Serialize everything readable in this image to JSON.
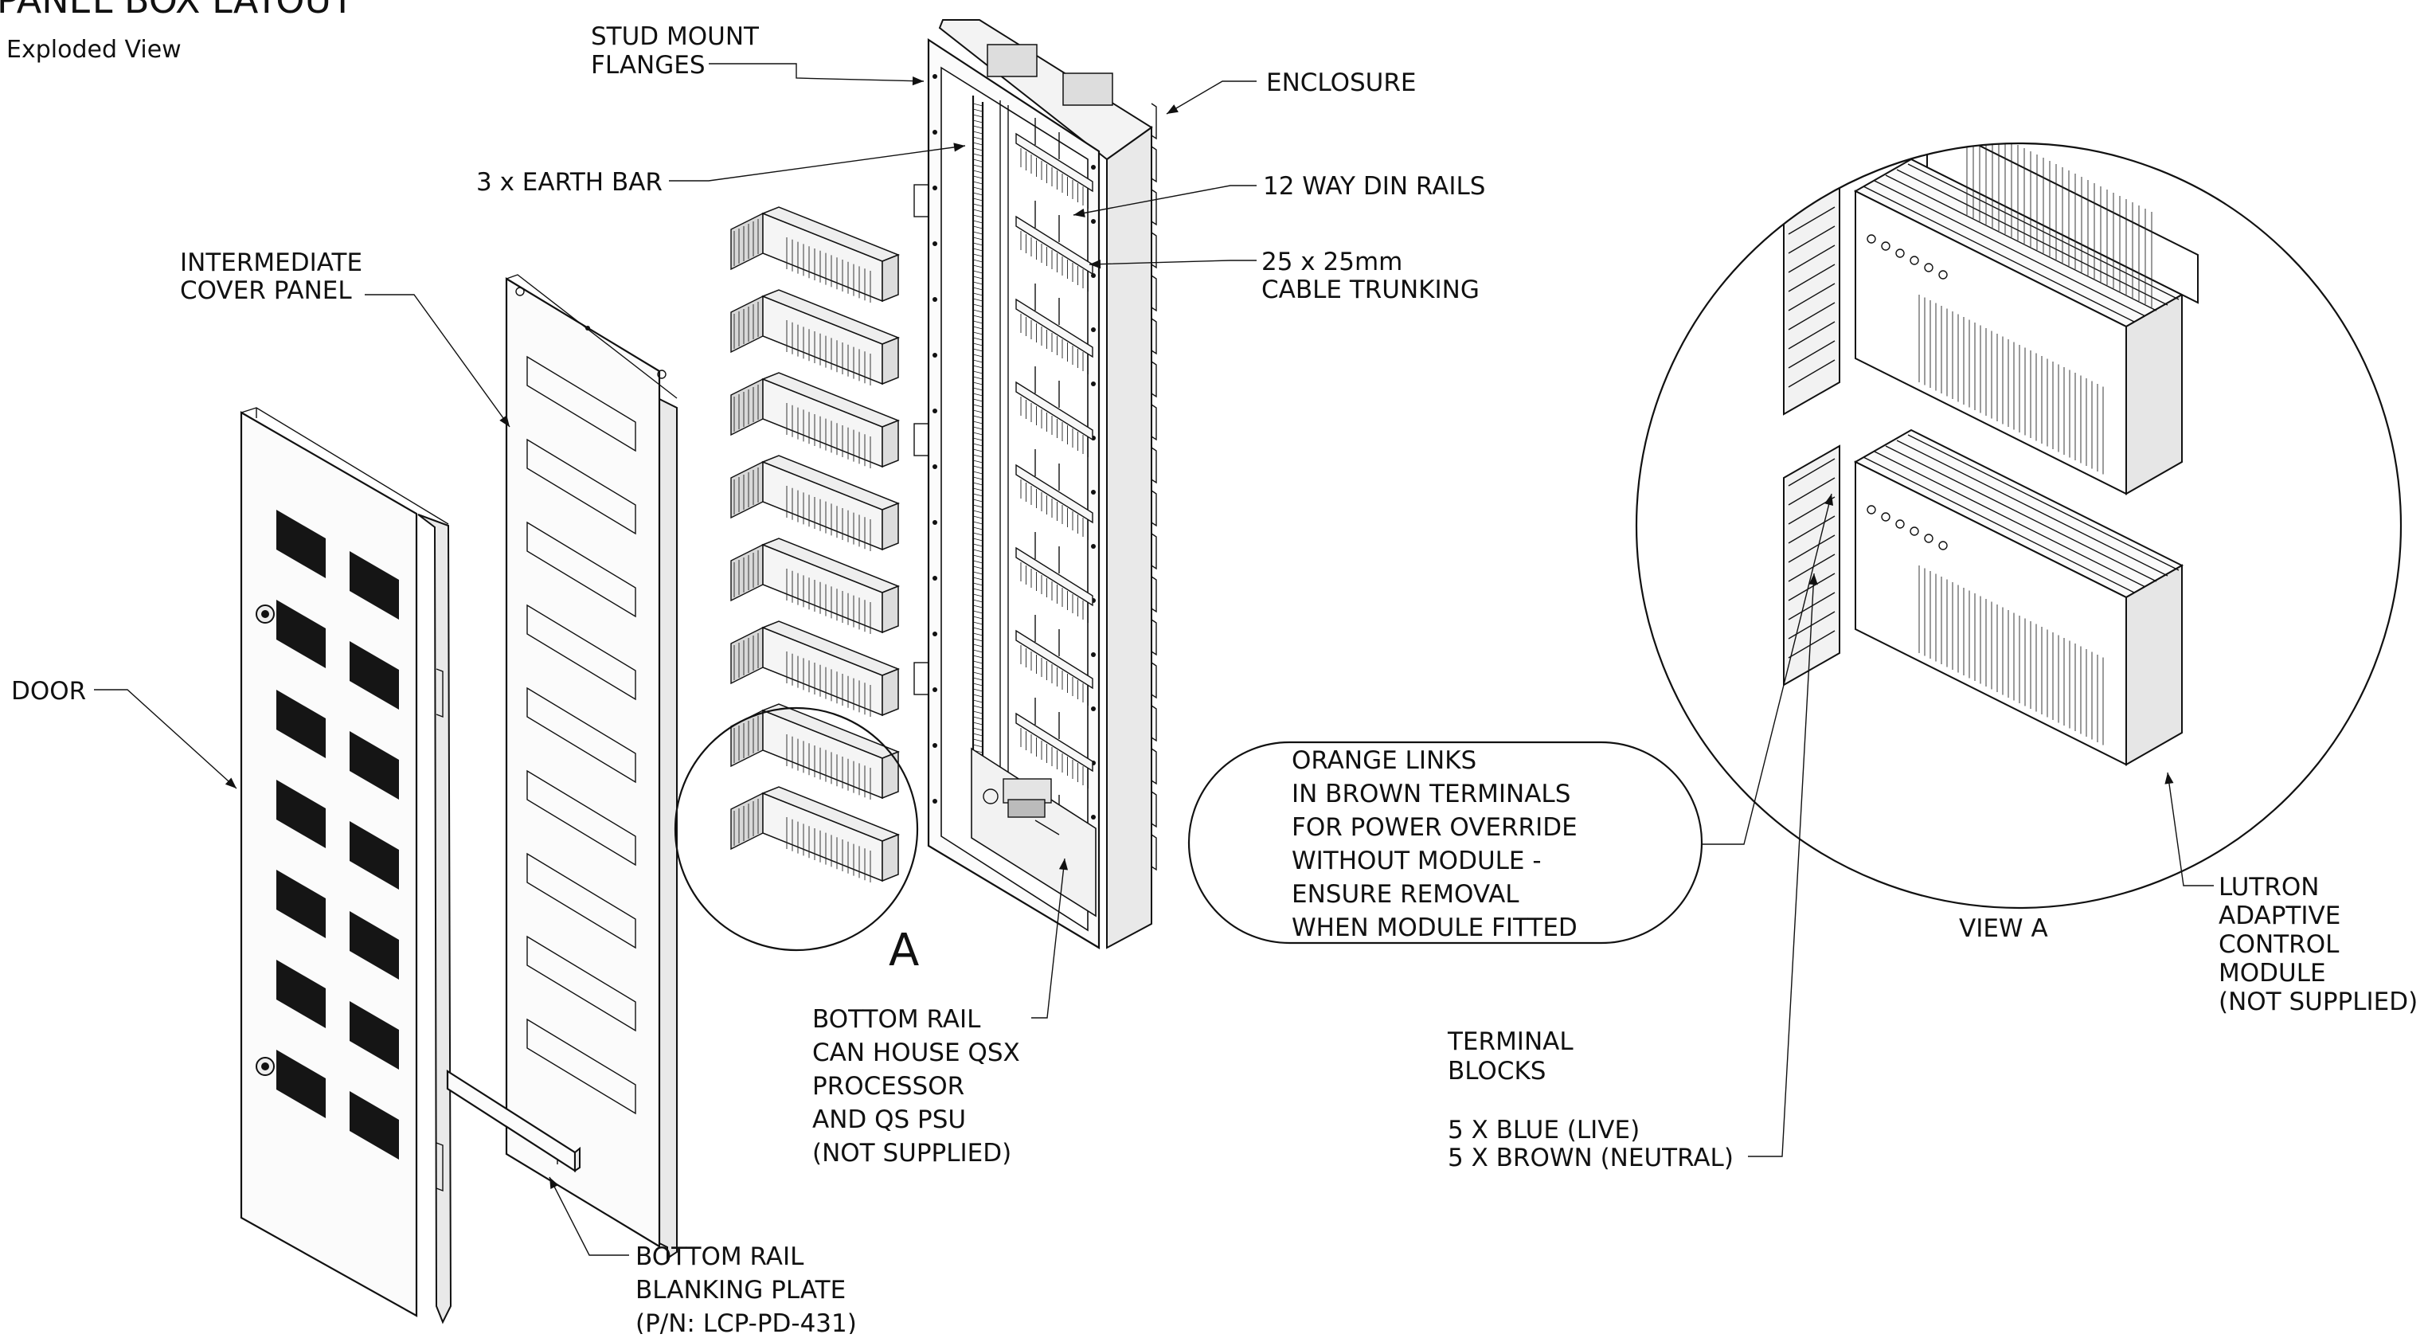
{
  "title": "PANEL BOX LAYOUT",
  "subtitle": "Exploded View",
  "callouts": {
    "stud_mount_flanges": [
      "STUD MOUNT",
      "FLANGES"
    ],
    "enclosure": [
      "ENCLOSURE"
    ],
    "earth_bar": [
      "3 x EARTH BAR"
    ],
    "din_rails": [
      "12 WAY DIN RAILS"
    ],
    "cable_trunking": [
      "25 x 25mm",
      "CABLE TRUNKING"
    ],
    "intermediate_cover_panel": [
      "INTERMEDIATE",
      "COVER PANEL"
    ],
    "door": [
      "DOOR"
    ],
    "orange_links": [
      "ORANGE LINKS",
      "IN BROWN TERMINALS",
      "FOR POWER OVERRIDE",
      "WITHOUT MODULE -",
      "ENSURE REMOVAL",
      "WHEN MODULE FITTED"
    ],
    "bottom_rail": [
      "BOTTOM RAIL",
      "CAN HOUSE QSX",
      "PROCESSOR",
      "AND QS PSU",
      "(NOT SUPPLIED)"
    ],
    "blanking_plate": [
      "BOTTOM RAIL",
      "BLANKING PLATE",
      "(P/N: LCP-PD-431)"
    ],
    "terminal_blocks": [
      "TERMINAL",
      "BLOCKS",
      "",
      "5 X BLUE (LIVE)",
      "5 X BROWN (NEUTRAL)"
    ],
    "lutron_module": [
      "LUTRON",
      "ADAPTIVE",
      "CONTROL",
      "MODULE",
      "(NOT SUPPLIED)"
    ]
  },
  "detail_marker": "A",
  "view_label": "VIEW A"
}
